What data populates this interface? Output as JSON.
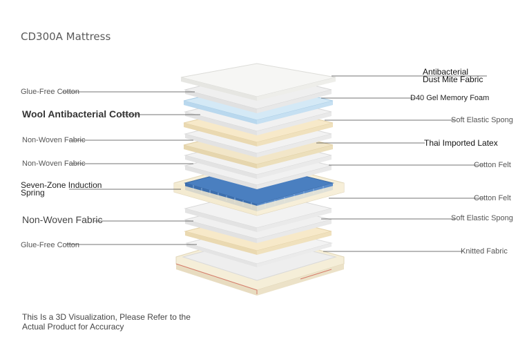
{
  "title": "CD300A Mattress",
  "left_labels": {
    "glue_free_cotton_top": "Glue-Free Cotton",
    "wool": "Wool Antibacterial Cotton",
    "non_woven_1": "Non-Woven Fabric",
    "non_woven_2": "Non-Woven Fabric",
    "spring_line1": "Seven-Zone Induction",
    "spring_line2": "Spring",
    "non_woven_3": "Non-Woven Fabric",
    "glue_free_cotton_bottom": "Glue-Free Cotton"
  },
  "right_labels": {
    "antibacterial_line1": "Antibacterial",
    "antibacterial_line2": "Dust Mite Fabric",
    "memory_foam": "D40 Gel Memory Foam",
    "soft_elastic_1": "Soft Elastic Spong",
    "latex": "Thai Imported Latex",
    "cotton_felt_1": "Cotton Felt",
    "cotton_felt_2": "Cotton Felt",
    "soft_elastic_2": "Soft Elastic Spong",
    "knitted": "Knitted Fabric"
  },
  "note": {
    "line1": "This Is a 3D Visualization, Please Refer to the",
    "line2": "Actual Product for Accuracy"
  },
  "colors": {
    "top_fabric": "#f4f4f2",
    "memory_foam": "#d4e9f6",
    "latex": "#f2e6c8",
    "cotton": "#efefef",
    "spring": "#4a7fc0",
    "frame": "#f5eed8",
    "leader_line": "#444444"
  }
}
